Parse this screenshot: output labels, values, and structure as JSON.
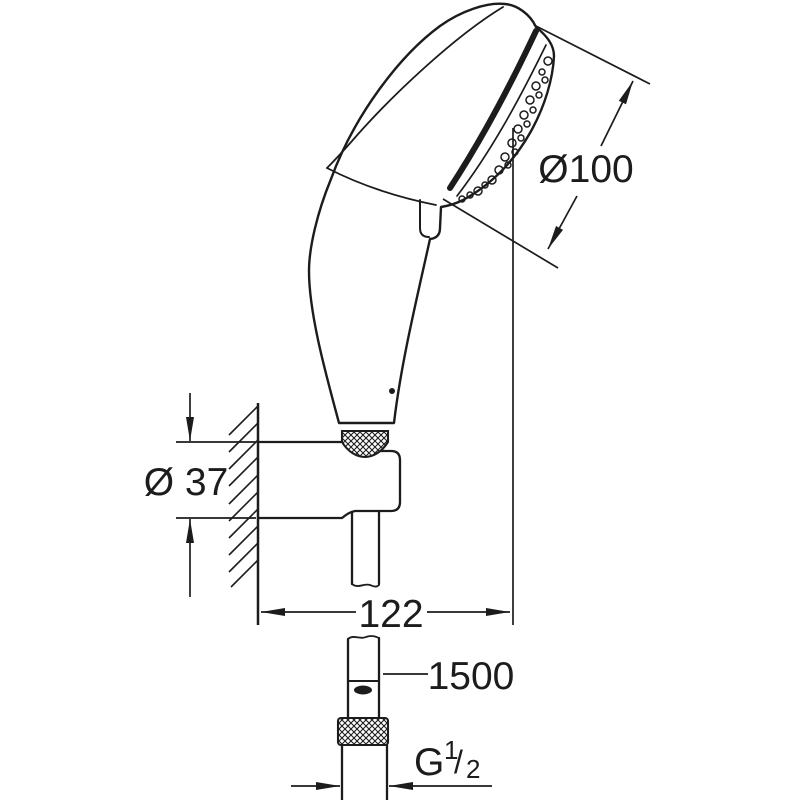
{
  "page": {
    "background_color": "#ffffff",
    "line_color": "#1c1c1c"
  },
  "diagram": {
    "kind": "technical-dimension-drawing",
    "subject": "hand shower with wall holder and shower hose",
    "parts": [
      "shower-head",
      "shower-handle",
      "knurled-nut",
      "wall-holder",
      "wall-section",
      "shower-hose",
      "hose-end-marker",
      "hose-connector-nut"
    ],
    "dimensions": {
      "head_diameter": {
        "label": "Ø100",
        "value": 100
      },
      "holder_diameter": {
        "label": "Ø 37",
        "value": 37
      },
      "wall_to_head_center": {
        "label": "122",
        "value": 122
      },
      "hose_length": {
        "label": "1500",
        "value": 1500
      },
      "thread": {
        "base": "G",
        "numerator": "1",
        "slash": "/",
        "denominator": "2",
        "value": "G 1/2"
      }
    }
  }
}
